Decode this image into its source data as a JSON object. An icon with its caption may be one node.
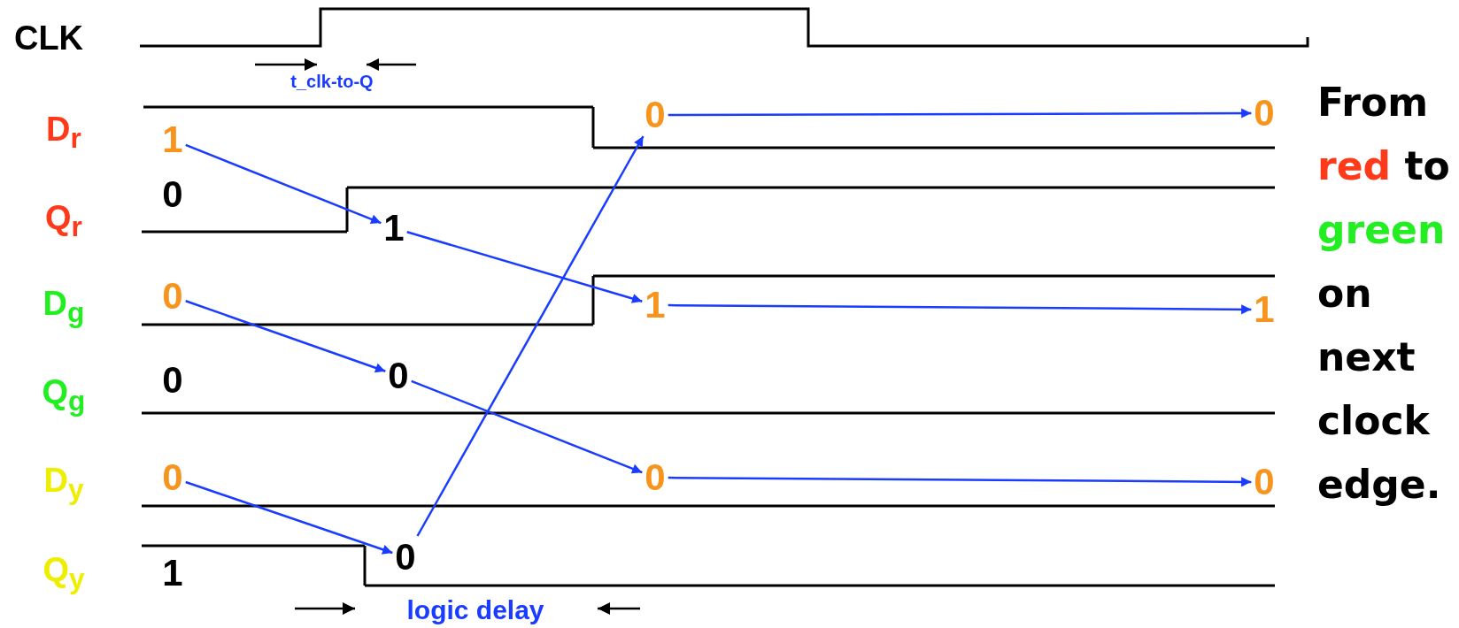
{
  "diagram": {
    "nodes": [
      {
        "text": [
          "1"
        ]
      },
      {
        "text": [
          "0"
        ]
      },
      {
        "text": [
          "0"
        ]
      },
      {
        "text": [
          "1"
        ]
      },
      {
        "text": [
          "0"
        ]
      },
      {
        "text": [
          "1"
        ]
      },
      {
        "text": [
          "1"
        ]
      },
      {
        "text": [
          "0"
        ]
      },
      {
        "text": [
          "0"
        ]
      },
      {
        "text": [
          "0"
        ]
      },
      {
        "text": [
          "0"
        ]
      },
      {
        "text": [
          "0"
        ]
      }
    ],
    "edges": [
      {
        "from": 0,
        "to": 3,
        "arrow": "to"
      },
      {
        "from": 3,
        "to": 5,
        "arrow": "to"
      },
      {
        "from": 4,
        "to": 7,
        "arrow": "to"
      },
      {
        "from": 7,
        "to": 9,
        "arrow": "to"
      },
      {
        "from": 8,
        "to": 11,
        "arrow": "to"
      },
      {
        "from": 11,
        "to": 1,
        "arrow": "to"
      },
      {
        "from": 1,
        "to": 2,
        "arrow": "to"
      },
      {
        "from": 5,
        "to": 6,
        "arrow": "to"
      },
      {
        "from": 9,
        "to": 10,
        "arrow": "to"
      }
    ],
    "labels": [
      "CLK",
      "t_clk-to-Q",
      "D$_{r}$",
      "Q$_{r}$",
      "0",
      "D$_{g}$",
      "Q$_{g}$",
      "0",
      "D$_{y}$",
      "Q$_{y}$",
      "1",
      "logic delay",
      "From red to green on next clock edge."
    ]
  }
}
